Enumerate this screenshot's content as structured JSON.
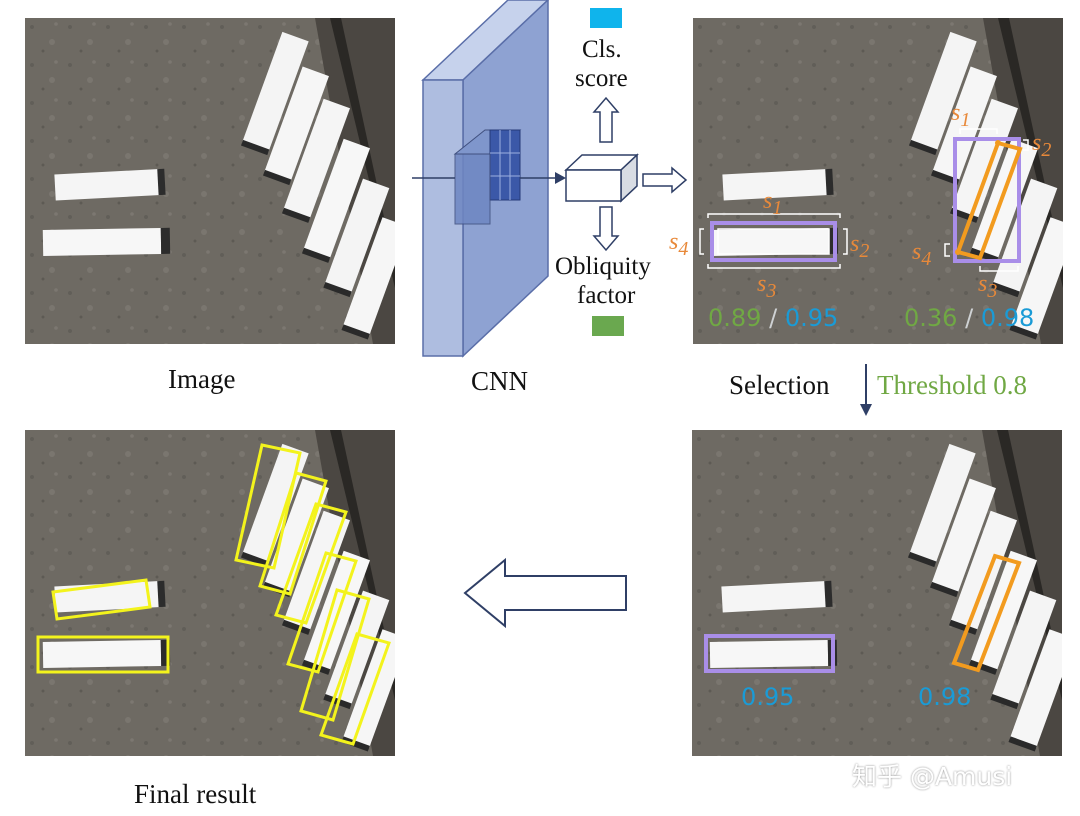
{
  "labels": {
    "image": "Image",
    "cnn": "CNN",
    "cls_score_line1": "Cls.",
    "cls_score_line2": "score",
    "obliquity_line1": "Obliquity",
    "obliquity_line2": "factor",
    "selection": "Selection",
    "threshold": "Threshold 0.8",
    "final_result": "Final result"
  },
  "panel_tr": {
    "left_obliquity": "0.89",
    "left_cls": "0.95",
    "right_obliquity": "0.36",
    "right_cls": "0.98",
    "separator": "/"
  },
  "panel_br": {
    "left_cls": "0.95",
    "right_cls": "0.98"
  },
  "side_labels": {
    "s1": "s",
    "s2": "s",
    "s3": "s",
    "s4": "s",
    "sub1": "1",
    "sub2": "2",
    "sub3": "3",
    "sub4": "4"
  },
  "watermark": "知乎 @Amusi",
  "colors": {
    "cls_square": "#0fb4ec",
    "obliquity_square": "#6aa84f",
    "purple_box": "#a98ee8",
    "orange_box": "#f29b1f",
    "yellow_box": "#f3f31c",
    "cnn_block": "#aebde0",
    "arrow_navy": "#2f3f66"
  }
}
